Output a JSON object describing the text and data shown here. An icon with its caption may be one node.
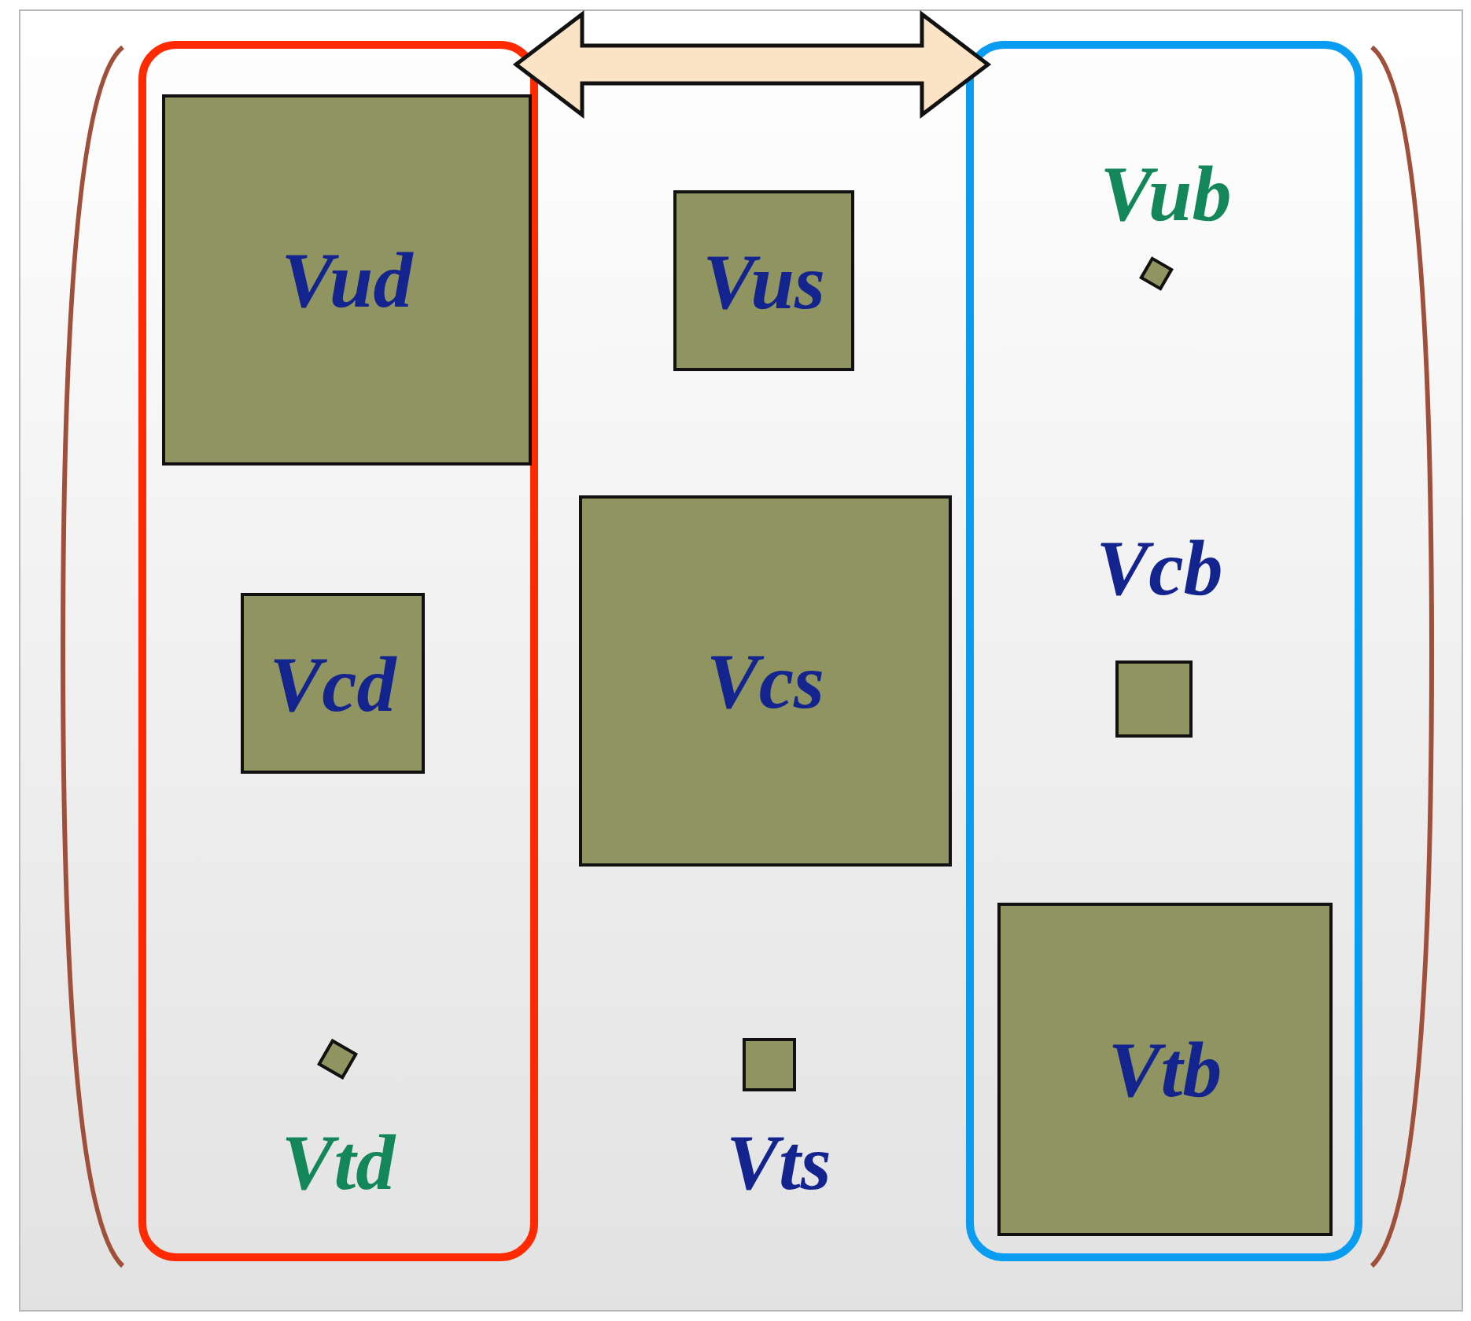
{
  "diagram": {
    "nodes": [
      {
        "text": [],
        "shape": "box"
      },
      {
        "text": [
          "Vud"
        ],
        "in": 0
      },
      {
        "text": [
          "Vcd"
        ],
        "in": 0
      },
      {
        "text": [],
        "shape": "box",
        "beside": [
          "Vtd"
        ],
        "in": 0
      },
      {
        "text": [
          "Vus"
        ]
      },
      {
        "text": [
          "Vcs"
        ]
      },
      {
        "text": [],
        "shape": "box",
        "beside": [
          "Vts"
        ]
      },
      {
        "text": [],
        "shape": "box"
      },
      {
        "text": [],
        "shape": "box",
        "beside": [
          "Vub"
        ],
        "in": 7
      },
      {
        "text": [],
        "shape": "box",
        "beside": [
          "Vcb"
        ],
        "in": 7
      },
      {
        "text": [
          "Vtb"
        ],
        "in": 7
      }
    ],
    "edges": [
      {
        "from": 0,
        "to": 7,
        "arrow": "both"
      }
    ]
  }
}
